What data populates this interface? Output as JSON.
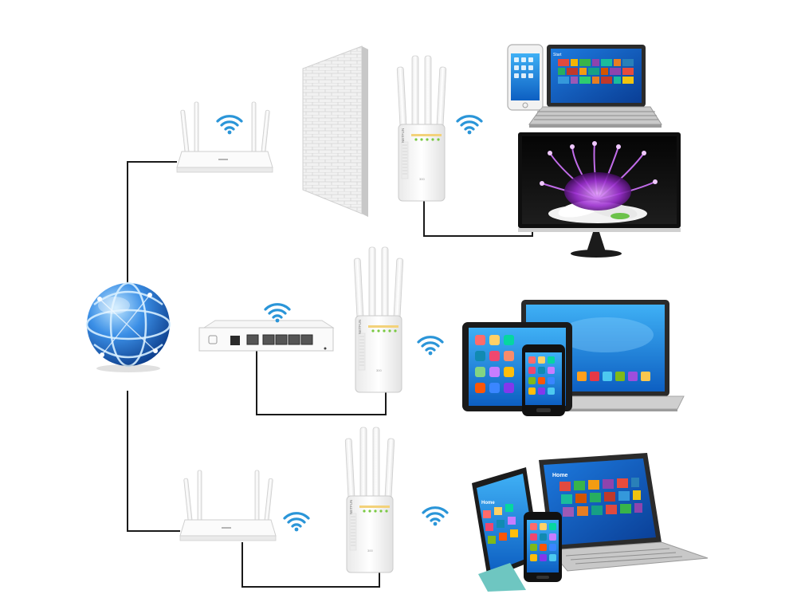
{
  "diagram": {
    "extender_brand": "NETFUN",
    "extender_badge": "300",
    "laptop_top_screen_text": "Start",
    "tablet_bottom_screen_text": "Home",
    "laptop_bottom_screen_text": "Home"
  },
  "colors": {
    "cable": "#1a1a1a",
    "wifi": "#2a95d8",
    "device_white": "#f7f7f7",
    "device_edge": "#cfcfcf",
    "globe": "#1e6fd0"
  },
  "icons": [
    "globe-icon",
    "wifi-icon",
    "router-icon",
    "modem-icon",
    "range-extender-icon",
    "laptop-icon",
    "monitor-icon",
    "tablet-icon",
    "smartphone-icon",
    "brick-wall-icon"
  ]
}
